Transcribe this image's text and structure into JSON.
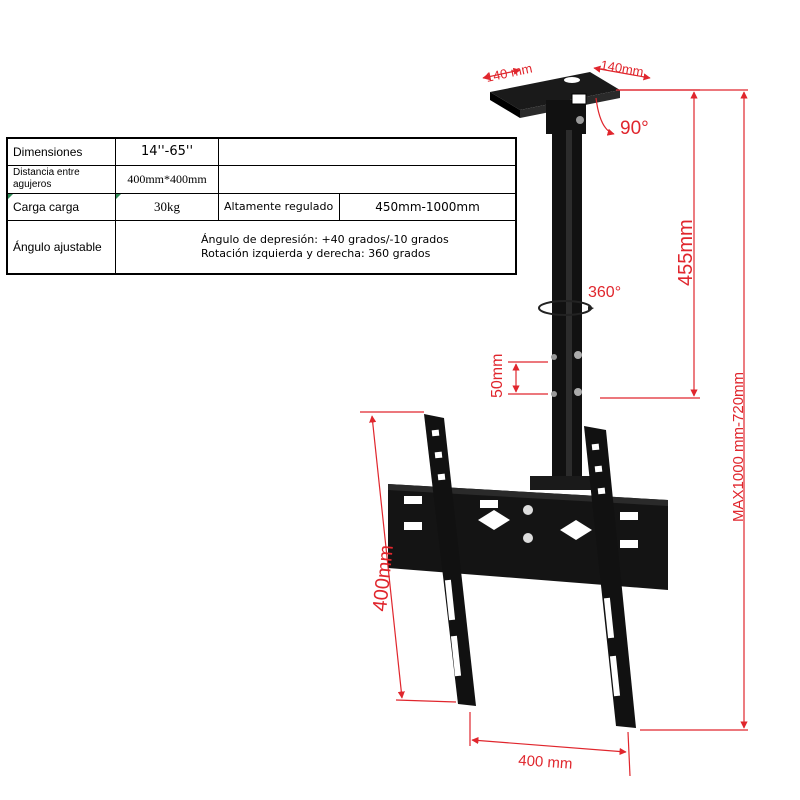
{
  "spec_table": {
    "rows": [
      {
        "label": "Dimensiones",
        "value": "14''-65''"
      },
      {
        "label": "Distancia entre agujeros",
        "value": "400mm*400mm"
      },
      {
        "label": "Carga carga",
        "value": "30kg",
        "extra_label": "Altamente regulado",
        "extra_value": "450mm-1000mm"
      },
      {
        "label": "Ángulo ajustable",
        "value_lines": [
          "Ángulo de depresión: +40 grados/-10 grados",
          "Rotación izquierda y derecha: 360 grados"
        ]
      }
    ]
  },
  "diagram": {
    "bracket_left": "140 mm",
    "bracket_right": "140mm",
    "tilt_angle": "90°",
    "swivel_angle": "360°",
    "pole_length": "455mm",
    "hole_spacing": "50mm",
    "total_height": "MAX1000 mm-720mm",
    "plate_height": "400mm",
    "plate_width": "400 mm",
    "accent_color": "#e0262d",
    "product_color": "#111111"
  }
}
